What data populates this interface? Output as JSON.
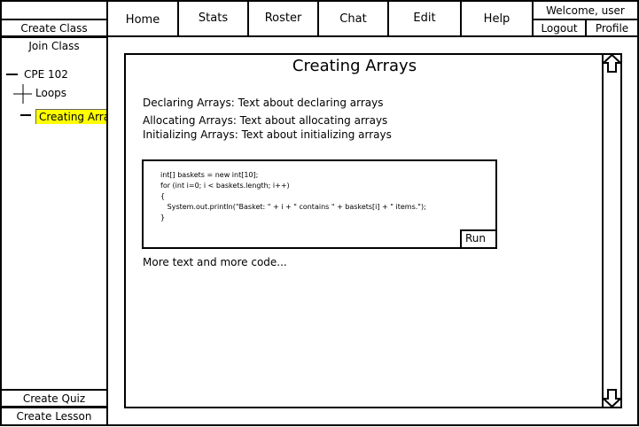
{
  "sidebar": {
    "create_class": "Create Class",
    "join_class": "Join Class",
    "tree": {
      "root_label": "CPE 102",
      "child_label": "Loops",
      "selected_label": "Creating Arrays"
    },
    "create_quiz": "Create Quiz",
    "create_lesson": "Create Lesson"
  },
  "nav": {
    "tabs": [
      "Home",
      "Stats",
      "Roster",
      "Chat",
      "Edit",
      "Help"
    ],
    "welcome": "Welcome, user",
    "logout": "Logout",
    "profile": "Profile"
  },
  "lesson": {
    "title": "Creating Arrays",
    "paragraphs": [
      "Declaring Arrays: Text about declaring arrays",
      "Allocating Arrays: Text about allocating arrays",
      "Initializing Arrays: Text about initializing arrays"
    ],
    "code_lines": [
      "int[] baskets = new int[10];",
      "for (int i=0; i < baskets.length; i++)",
      "{",
      "   System.out.println(\"Basket: \" + i + \" contains \" + baskets[i] + \" items.\");",
      "}"
    ],
    "run_label": "Run",
    "more_text": "More text and more code..."
  },
  "colors": {
    "highlight": "#ffff00",
    "border": "#000000"
  }
}
